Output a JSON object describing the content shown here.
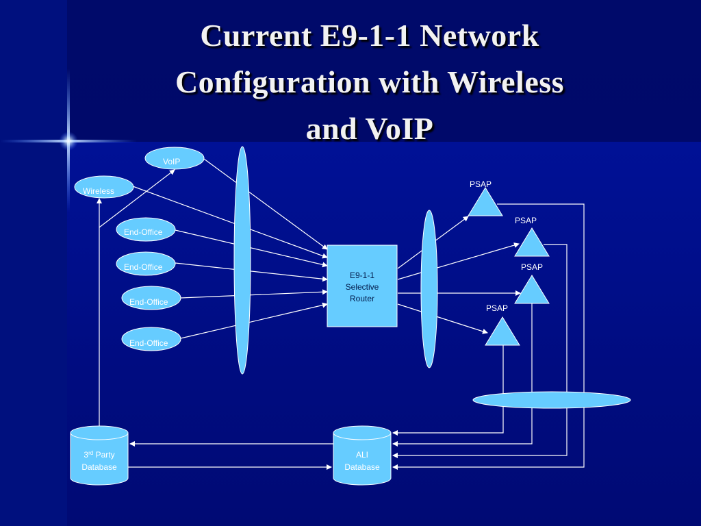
{
  "slide": {
    "title_lines": [
      "Current E9-1-1 Network",
      "Configuration with Wireless",
      "and VoIP"
    ]
  },
  "diagram": {
    "sources": {
      "voip": "VoIP",
      "wireless": "Wireless",
      "end_office_1": "End-Office",
      "end_office_2": "End-Office",
      "end_office_3": "End-Office",
      "end_office_4": "End-Office"
    },
    "router": {
      "line1": "E9-1-1",
      "line2": "Selective",
      "line3": "Router"
    },
    "psaps": {
      "psap_1": "PSAP",
      "psap_2": "PSAP",
      "psap_3": "PSAP",
      "psap_4": "PSAP"
    },
    "databases": {
      "third_party_main": "3",
      "third_party_sup": "rd",
      "third_party_rest": " Party",
      "third_party_line2": "Database",
      "ali_line1": "ALI",
      "ali_line2": "Database"
    }
  },
  "colors": {
    "shape_fill": "#66ccff",
    "connector": "#ffffff",
    "title_text": "#f2f2f2"
  }
}
